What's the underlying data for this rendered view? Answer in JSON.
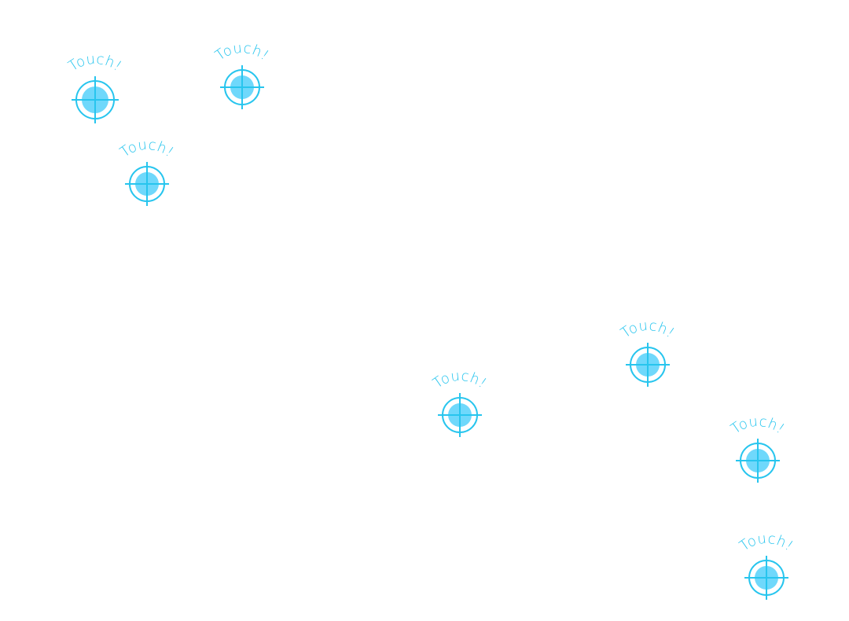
{
  "colors": {
    "background": "#ffffff",
    "ring": "#27c5ee",
    "dot": "#6fd8fb"
  },
  "markers": [
    {
      "name": "touch-marker-1",
      "label": "Touch!",
      "icon": "crosshair-target-icon"
    },
    {
      "name": "touch-marker-2",
      "label": "Touch!",
      "icon": "crosshair-target-icon"
    },
    {
      "name": "touch-marker-3",
      "label": "Touch!",
      "icon": "crosshair-target-icon"
    },
    {
      "name": "touch-marker-4",
      "label": "Touch!",
      "icon": "crosshair-target-icon"
    },
    {
      "name": "touch-marker-5",
      "label": "Touch!",
      "icon": "crosshair-target-icon"
    },
    {
      "name": "touch-marker-6",
      "label": "Touch!",
      "icon": "crosshair-target-icon"
    },
    {
      "name": "touch-marker-7",
      "label": "Touch!",
      "icon": "crosshair-target-icon"
    }
  ]
}
